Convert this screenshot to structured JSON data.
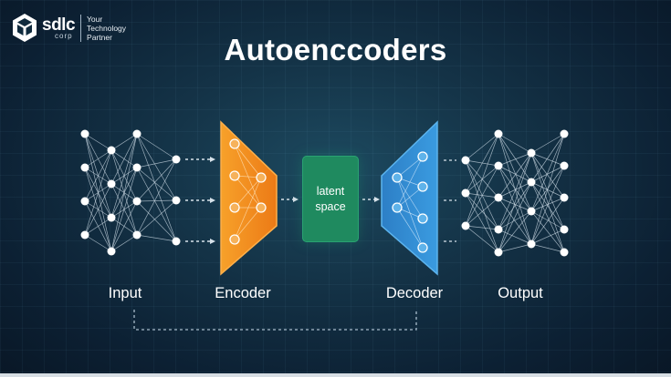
{
  "logo": {
    "brand": "sdlc",
    "sub": "corp",
    "tagline_line1": "Your",
    "tagline_line2": "Technology",
    "tagline_line3": "Partner"
  },
  "title": "Autoenccoders",
  "latent": {
    "line1": "latent",
    "line2": "space"
  },
  "labels": {
    "input": "Input",
    "encoder": "Encoder",
    "decoder": "Decoder",
    "output": "Output"
  },
  "colors": {
    "encoder": "#f28a1d",
    "latent": "#1f8a5f",
    "decoder": "#2b88d0",
    "nodes": "#ffffff"
  },
  "icons": {
    "logo": "cube-logo-icon"
  }
}
